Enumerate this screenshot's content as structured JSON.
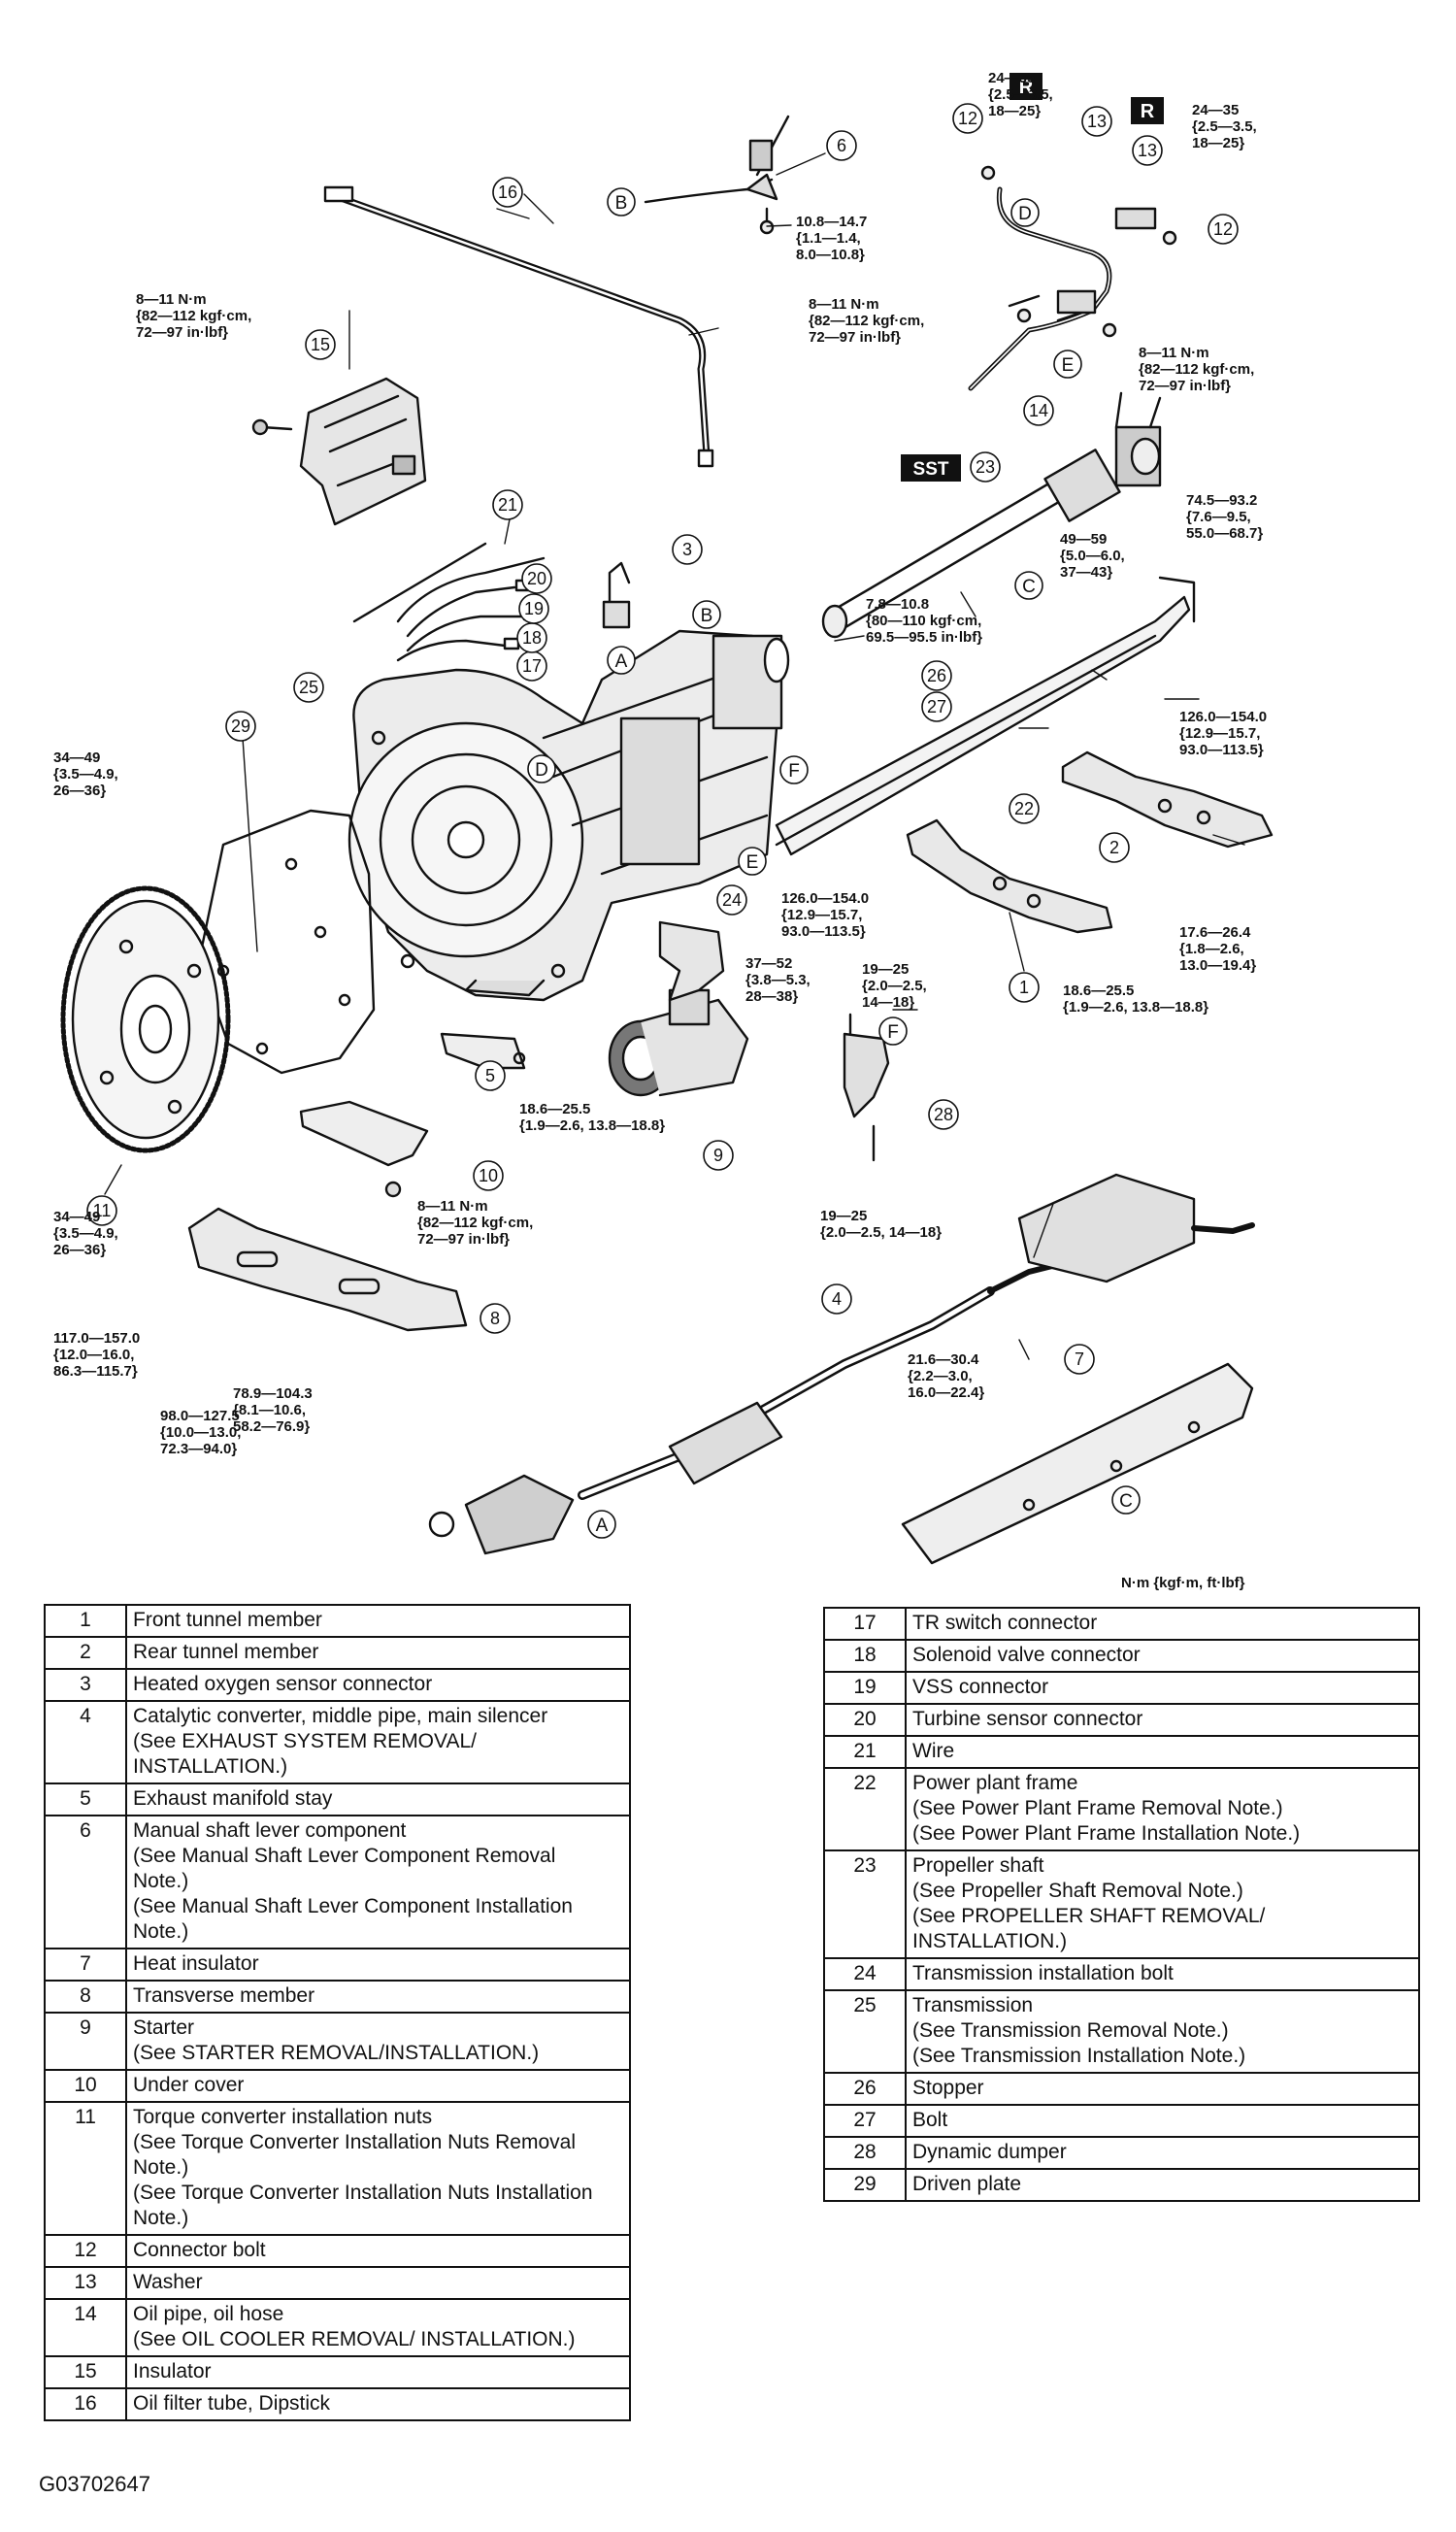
{
  "callouts": [
    {
      "id": "1",
      "label": "1"
    },
    {
      "id": "2",
      "label": "2"
    },
    {
      "id": "3",
      "label": "3"
    },
    {
      "id": "4",
      "label": "4"
    },
    {
      "id": "5",
      "label": "5"
    },
    {
      "id": "6",
      "label": "6"
    },
    {
      "id": "7",
      "label": "7"
    },
    {
      "id": "8",
      "label": "8"
    },
    {
      "id": "9",
      "label": "9"
    },
    {
      "id": "10",
      "label": "10"
    },
    {
      "id": "11",
      "label": "11"
    },
    {
      "id": "12a",
      "label": "12"
    },
    {
      "id": "12b",
      "label": "12"
    },
    {
      "id": "13a",
      "label": "13"
    },
    {
      "id": "13b",
      "label": "13"
    },
    {
      "id": "14",
      "label": "14"
    },
    {
      "id": "15",
      "label": "15"
    },
    {
      "id": "16",
      "label": "16"
    },
    {
      "id": "17",
      "label": "17"
    },
    {
      "id": "18",
      "label": "18"
    },
    {
      "id": "19",
      "label": "19"
    },
    {
      "id": "20",
      "label": "20"
    },
    {
      "id": "21",
      "label": "21"
    },
    {
      "id": "22",
      "label": "22"
    },
    {
      "id": "23",
      "label": "23"
    },
    {
      "id": "24",
      "label": "24"
    },
    {
      "id": "25",
      "label": "25"
    },
    {
      "id": "26",
      "label": "26"
    },
    {
      "id": "27",
      "label": "27"
    },
    {
      "id": "28",
      "label": "28"
    },
    {
      "id": "29",
      "label": "29"
    }
  ],
  "letters": {
    "A": "A",
    "B": "B",
    "C": "C",
    "D": "D",
    "E": "E",
    "F": "F"
  },
  "badges": {
    "r": "R",
    "sst": "SST"
  },
  "torque_specs": {
    "t01": [
      "24—35",
      "{2.5—3.5,",
      "18—25}"
    ],
    "t02": [
      "24—35",
      "{2.5—3.5,",
      "18—25}"
    ],
    "t03": [
      "10.8—14.7",
      "{1.1—1.4,",
      "8.0—10.8}"
    ],
    "t04": [
      "8—11 N·m",
      "{82—112 kgf·cm,",
      "72—97 in·lbf}"
    ],
    "t05": [
      "8—11 N·m",
      "{82—112 kgf·cm,",
      "72—97 in·lbf}"
    ],
    "t06": [
      "8—11 N·m",
      "{82—112 kgf·cm,",
      "72—97 in·lbf}"
    ],
    "t07": [
      "74.5—93.2",
      "{7.6—9.5,",
      "55.0—68.7}"
    ],
    "t08": [
      "49—59",
      "{5.0—6.0,",
      "37—43}"
    ],
    "t09": [
      "7.8—10.8",
      "{80—110 kgf·cm,",
      "69.5—95.5 in·lbf}"
    ],
    "t10": [
      "126.0—154.0",
      "{12.9—15.7,",
      "93.0—113.5}"
    ],
    "t11": [
      "34—49",
      "{3.5—4.9,",
      "26—36}"
    ],
    "t12": [
      "126.0—154.0",
      "{12.9—15.7,",
      "93.0—113.5}"
    ],
    "t13": [
      "17.6—26.4",
      "{1.8—2.6,",
      "13.0—19.4}"
    ],
    "t14": [
      "37—52",
      "{3.8—5.3,",
      "28—38}"
    ],
    "t15": [
      "19—25",
      "{2.0—2.5,",
      "14—18}"
    ],
    "t16": [
      "18.6—25.5",
      "{1.9—2.6, 13.8—18.8}"
    ],
    "t17": [
      "18.6—25.5",
      "{1.9—2.6, 13.8—18.8}"
    ],
    "t18": [
      "34—49",
      "{3.5—4.9,",
      "26—36}"
    ],
    "t19": [
      "8—11 N·m",
      "{82—112 kgf·cm,",
      "72—97 in·lbf}"
    ],
    "t20": [
      "19—25",
      "{2.0—2.5, 14—18}"
    ],
    "t21": [
      "21.6—30.4",
      "{2.2—3.0,",
      "16.0—22.4}"
    ],
    "t22": [
      "117.0—157.0",
      "{12.0—16.0,",
      "86.3—115.7}"
    ],
    "t23": [
      "98.0—127.5",
      "{10.0—13.0,",
      "72.3—94.0}"
    ],
    "t24": [
      "78.9—104.3",
      "{8.1—10.6,",
      "58.2—76.9}"
    ]
  },
  "units_note": "N·m {kgf·m, ft·lbf}",
  "parts_left": [
    {
      "num": "1",
      "desc": [
        "Front tunnel member"
      ]
    },
    {
      "num": "2",
      "desc": [
        "Rear tunnel member"
      ]
    },
    {
      "num": "3",
      "desc": [
        "Heated oxygen sensor connector"
      ]
    },
    {
      "num": "4",
      "desc": [
        "Catalytic converter, middle pipe, main silencer",
        "(See EXHAUST SYSTEM REMOVAL/",
        "INSTALLATION.)"
      ]
    },
    {
      "num": "5",
      "desc": [
        "Exhaust manifold stay"
      ]
    },
    {
      "num": "6",
      "desc": [
        "Manual shaft lever component",
        "(See Manual Shaft Lever Component Removal",
        "Note.)",
        "(See Manual Shaft Lever Component Installation",
        "Note.)"
      ]
    },
    {
      "num": "7",
      "desc": [
        "Heat insulator"
      ]
    },
    {
      "num": "8",
      "desc": [
        "Transverse member"
      ]
    },
    {
      "num": "9",
      "desc": [
        "Starter",
        "(See STARTER REMOVAL/INSTALLATION.)"
      ]
    },
    {
      "num": "10",
      "desc": [
        "Under cover"
      ]
    },
    {
      "num": "11",
      "desc": [
        "Torque converter installation nuts",
        "(See Torque Converter Installation Nuts Removal",
        "Note.)",
        "(See Torque Converter Installation Nuts Installation",
        "Note.)"
      ]
    },
    {
      "num": "12",
      "desc": [
        "Connector bolt"
      ]
    },
    {
      "num": "13",
      "desc": [
        "Washer"
      ]
    },
    {
      "num": "14",
      "desc": [
        "Oil pipe, oil hose",
        "(See OIL COOLER REMOVAL/ INSTALLATION.)"
      ]
    },
    {
      "num": "15",
      "desc": [
        "Insulator"
      ]
    },
    {
      "num": "16",
      "desc": [
        "Oil filter tube, Dipstick"
      ]
    }
  ],
  "parts_right": [
    {
      "num": "17",
      "desc": [
        "TR switch connector"
      ]
    },
    {
      "num": "18",
      "desc": [
        "Solenoid valve connector"
      ]
    },
    {
      "num": "19",
      "desc": [
        "VSS connector"
      ]
    },
    {
      "num": "20",
      "desc": [
        "Turbine sensor connector"
      ]
    },
    {
      "num": "21",
      "desc": [
        "Wire"
      ]
    },
    {
      "num": "22",
      "desc": [
        "Power plant frame",
        "(See Power Plant Frame Removal Note.)",
        "(See Power Plant Frame Installation Note.)"
      ]
    },
    {
      "num": "23",
      "desc": [
        "Propeller shaft",
        "(See Propeller Shaft Removal Note.)",
        "(See PROPELLER SHAFT REMOVAL/",
        "INSTALLATION.)"
      ]
    },
    {
      "num": "24",
      "desc": [
        "Transmission installation bolt"
      ]
    },
    {
      "num": "25",
      "desc": [
        "Transmission",
        "(See Transmission Removal Note.)",
        "(See Transmission Installation Note.)"
      ]
    },
    {
      "num": "26",
      "desc": [
        "Stopper"
      ]
    },
    {
      "num": "27",
      "desc": [
        "Bolt"
      ]
    },
    {
      "num": "28",
      "desc": [
        "Dynamic dumper"
      ]
    },
    {
      "num": "29",
      "desc": [
        "Driven plate"
      ]
    }
  ],
  "figure_code": "G03702647"
}
